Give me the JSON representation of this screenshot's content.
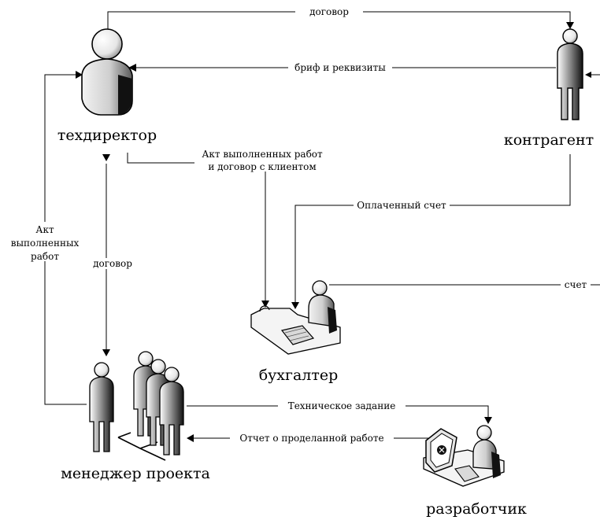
{
  "nodes": {
    "techdirector": "техдиректор",
    "counterparty": "контрагент",
    "accountant": "бухгалтер",
    "manager": "менеджер проекта",
    "developer": "разработчик"
  },
  "edges": {
    "contract_top": "договор",
    "brief": "бриф и реквизиты",
    "act_contract_line1": "Акт выполненных работ",
    "act_contract_line2": "и договор с клиентом",
    "paid_invoice": "Оплаченный счет",
    "invoice": "счет",
    "contract_vertical": "договор",
    "act_left_line1": "Акт",
    "act_left_line2": "выполненных",
    "act_left_line3": "работ",
    "tech_task": "Техническое задание",
    "report": "Отчет о проделанной работе"
  },
  "colors": {
    "line": "#000000",
    "figure_dark": "#1a1a1a",
    "figure_mid": "#7a7a7a",
    "figure_light": "#e6e6e6",
    "background": "#ffffff"
  },
  "icons": [
    "person-icon",
    "person-seated-desk-icon",
    "person-group-icon",
    "person-computer-icon"
  ]
}
